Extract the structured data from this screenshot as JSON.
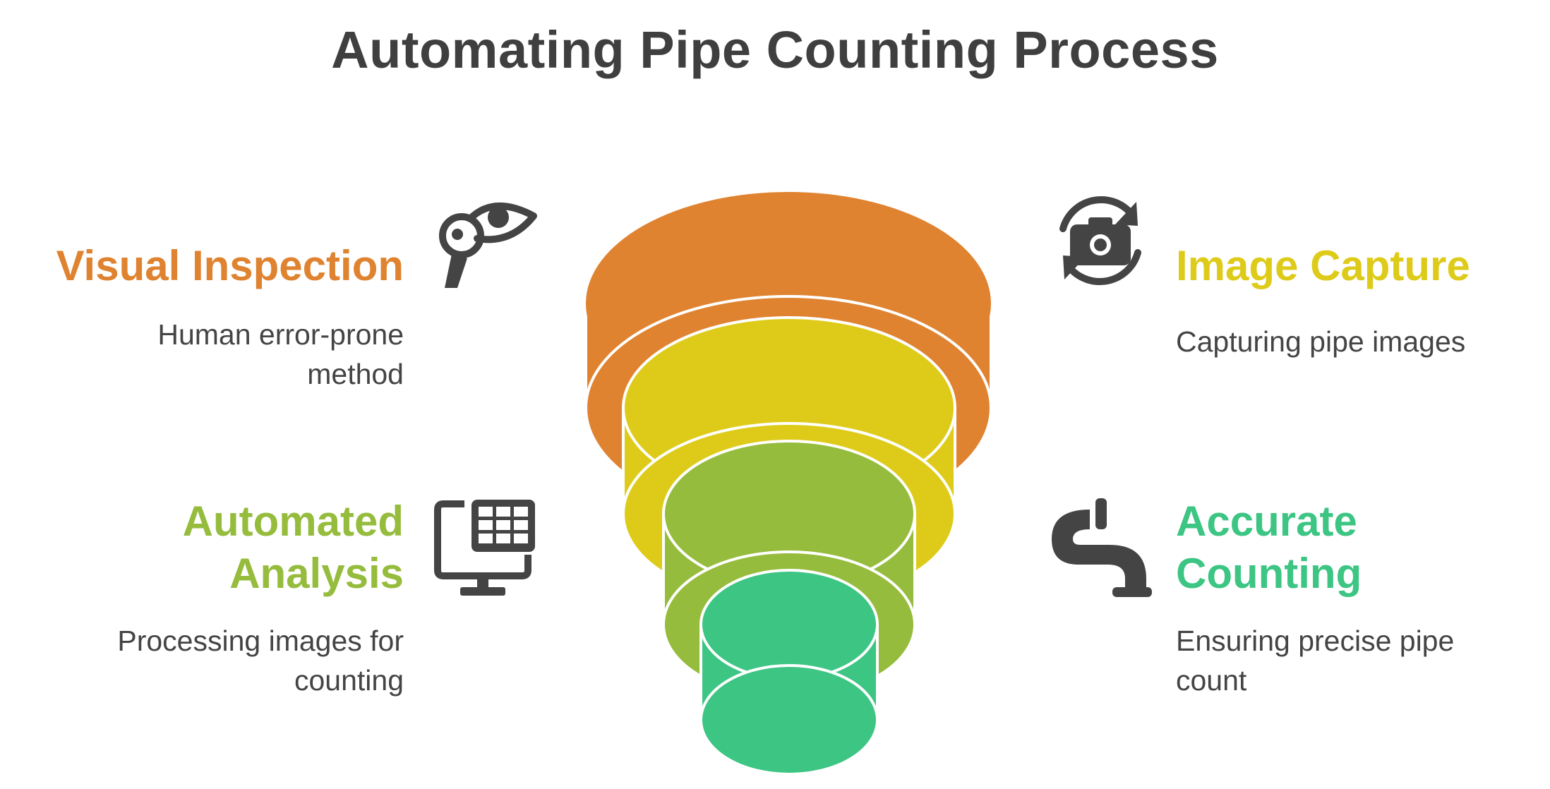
{
  "title": "Automating Pipe Counting Process",
  "colors": {
    "orange": "#DF8330",
    "yellow": "#DECB19",
    "green": "#95BC3C",
    "teal": "#3CC583",
    "icon": "#444444",
    "title": "#3F3F3F",
    "text": "#444444"
  },
  "steps": [
    {
      "heading": "Visual Inspection",
      "description": "Human error-prone method",
      "icon": "eye-with-magnifier-icon",
      "color": "#DF8330"
    },
    {
      "heading": "Image Capture",
      "description": "Capturing pipe images",
      "icon": "camera-rotate-icon",
      "color": "#DECB19"
    },
    {
      "heading": "Automated Analysis",
      "description": "Processing images for counting",
      "icon": "monitor-grid-icon",
      "color": "#95BC3C"
    },
    {
      "heading": "Accurate Counting",
      "description": "Ensuring precise pipe count",
      "icon": "faucet-pipe-icon",
      "color": "#3CC583"
    }
  ]
}
